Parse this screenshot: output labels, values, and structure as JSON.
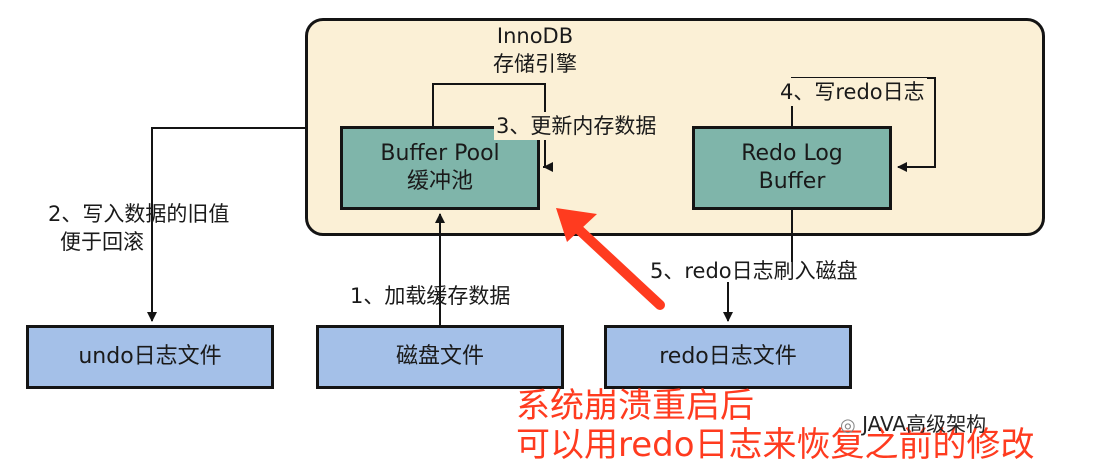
{
  "engine": {
    "title_line1": "InnoDB",
    "title_line2": "存储引擎"
  },
  "boxes": {
    "buffer_pool": {
      "line1": "Buffer Pool",
      "line2": "缓冲池"
    },
    "redo_log_buffer": {
      "line1": "Redo Log",
      "line2": "Buffer"
    },
    "undo_file": "undo日志文件",
    "disk_file": "磁盘文件",
    "redo_file": "redo日志文件"
  },
  "steps": {
    "step1": "1、加载缓存数据",
    "step2_line1": "2、写入数据的旧值",
    "step2_line2": "便于回滚",
    "step3": "3、更新内存数据",
    "step4": "4、写redo日志",
    "step5": "5、redo日志刷入磁盘"
  },
  "annotation": {
    "line1": "系统崩溃重启后",
    "line2": "可以用redo日志来恢复之前的修改"
  },
  "watermark": "JAVA高级架构",
  "colors": {
    "engine_fill": "#fbf0d6",
    "memory_box": "#7fb5aa",
    "file_box": "#a4c0e8",
    "annotation": "#ff3b1f"
  }
}
